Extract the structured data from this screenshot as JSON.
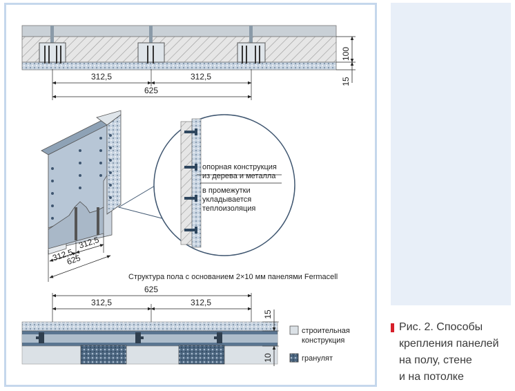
{
  "diagram": {
    "ceiling": {
      "dim_left": "312,5",
      "dim_right": "312,5",
      "dim_total": "625",
      "dim_thickness_top": "100",
      "dim_thickness_bottom": "15"
    },
    "wall": {
      "dim_a": "312,5",
      "dim_b": "312,5",
      "dim_total": "625",
      "callout_line1": "опорная конструкция",
      "callout_line2": "из дерева и металла",
      "callout_line3": "в промежутки",
      "callout_line4": "укладывается",
      "callout_line5": "теплоизоляция"
    },
    "floor": {
      "title": "Структура пола с основанием 2×10 мм панелями Fermacell",
      "dim_total": "625",
      "dim_left": "312,5",
      "dim_right": "312,5",
      "dim_top": "15",
      "dim_bottom": "10",
      "legend": [
        {
          "line1": "строительная",
          "line2": "конструкция"
        },
        {
          "line1": "гранулят",
          "line2": ""
        }
      ]
    }
  },
  "caption": {
    "line1": "Рис. 2. Способы",
    "line2": "крепления панелей",
    "line3": "на полу, стене",
    "line4": "и на потолке"
  },
  "colors": {
    "frame": "#c5d7ec",
    "side_panel": "#e8eff8",
    "accent": "#d6202a",
    "panel": "#b7c6d6",
    "structure": "#dbe1e6",
    "dark_blue": "#5a7591"
  }
}
